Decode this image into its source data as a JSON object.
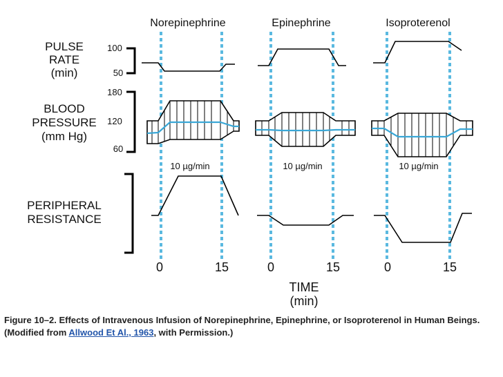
{
  "drugs": [
    "Norepinephrine",
    "Epinephrine",
    "Isoproterenol"
  ],
  "rows": {
    "pulse": {
      "line1": "PULSE",
      "line2": "RATE",
      "line3": "(min)",
      "tick_high": "100",
      "tick_low": "50"
    },
    "bp": {
      "line1": "BLOOD",
      "line2": "PRESSURE",
      "line3": "(mm Hg)",
      "tick_high": "180",
      "tick_mid": "120",
      "tick_low": "60"
    },
    "resistance": {
      "line1": "PERIPHERAL",
      "line2": "RESISTANCE"
    }
  },
  "dose_label": "10 µg/min",
  "time_axis": {
    "tick_start": "0",
    "tick_end": "15",
    "label": "TIME",
    "unit": "(min)"
  },
  "caption": {
    "text_before": "Figure 10–2. Effects of Intravenous Infusion of Norepinephrine, Epinephrine, or Isoproterenol in Human Beings. (Modified from ",
    "link": "Allwood Et Al., 1963",
    "text_after": ", with Permission.)"
  },
  "colors": {
    "infusion_marker": "#5ab9e0",
    "mean_pressure": "#3aa7d6",
    "link": "#2255aa"
  }
}
